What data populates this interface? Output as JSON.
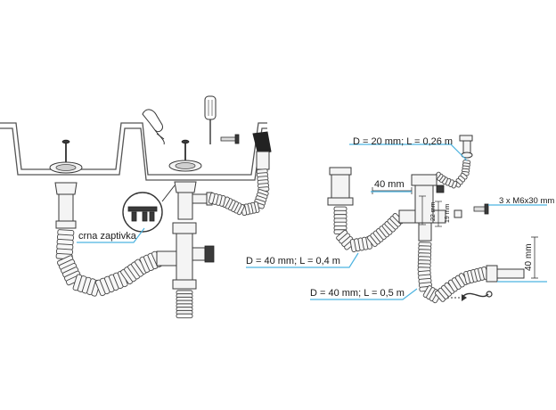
{
  "labels": {
    "gasket": "crna zaptivka",
    "hose_small": "D = 20 mm; L = 0,26 m",
    "hose_top": "D = 40 mm; L = 0,4 m",
    "hose_bottom": "D = 40 mm; L = 0,5 m",
    "dim_40_horizontal": "40 mm",
    "dim_40_vertical": "40 mm",
    "dim_22": "22 mm",
    "dim_19": "19 mm",
    "screws": "3 x M6x30 mm"
  },
  "colors": {
    "leader": "#4cb3e0",
    "outline": "#3a3a3a",
    "part_fill": "#f4f4f4",
    "text": "#1a1a1a"
  },
  "icons": [
    "hand-icon",
    "screwdriver-icon",
    "screw-icon"
  ]
}
